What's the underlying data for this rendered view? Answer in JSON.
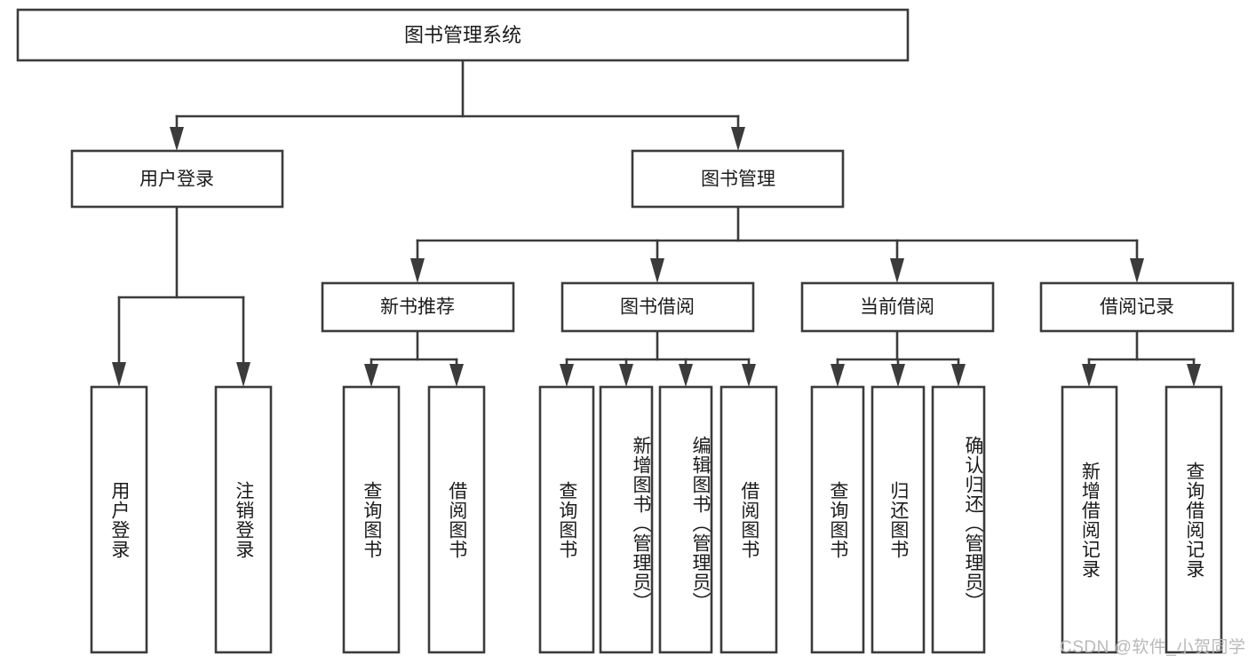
{
  "diagram": {
    "type": "tree",
    "title": "图书管理系统",
    "root": {
      "id": "root",
      "label": "图书管理系统"
    },
    "level1": [
      {
        "id": "user-login",
        "label": "用户登录"
      },
      {
        "id": "book-manage",
        "label": "图书管理"
      }
    ],
    "level2": [
      {
        "id": "new-book-recommend",
        "label": "新书推荐",
        "parent": "book-manage"
      },
      {
        "id": "book-borrow",
        "label": "图书借阅",
        "parent": "book-manage"
      },
      {
        "id": "current-borrow",
        "label": "当前借阅",
        "parent": "book-manage"
      },
      {
        "id": "borrow-record",
        "label": "借阅记录",
        "parent": "book-manage"
      }
    ],
    "leaves": {
      "user_login": [
        {
          "id": "leaf-user-login",
          "label": "用户登录"
        },
        {
          "id": "leaf-user-logout",
          "label": "注销登录"
        }
      ],
      "new_book_recommend": [
        {
          "id": "leaf-query-book-1",
          "label": "查询图书"
        },
        {
          "id": "leaf-borrow-book-1",
          "label": "借阅图书"
        }
      ],
      "book_borrow": [
        {
          "id": "leaf-query-book-2",
          "label": "查询图书"
        },
        {
          "id": "leaf-add-book",
          "label": "新增图书（管理员）"
        },
        {
          "id": "leaf-edit-book",
          "label": "编辑图书（管理员）"
        },
        {
          "id": "leaf-borrow-book-2",
          "label": "借阅图书"
        }
      ],
      "current_borrow": [
        {
          "id": "leaf-query-book-3",
          "label": "查询图书"
        },
        {
          "id": "leaf-return-book",
          "label": "归还图书"
        },
        {
          "id": "leaf-confirm-return",
          "label": "确认归还（管理员）"
        }
      ],
      "borrow_record": [
        {
          "id": "leaf-add-record",
          "label": "新增借阅记录"
        },
        {
          "id": "leaf-query-record",
          "label": "查询借阅记录"
        }
      ]
    },
    "colors": {
      "stroke": "#3b3b3b",
      "fill": "#ffffff",
      "text": "#1b1b1b",
      "watermark": "#b9b9b9"
    }
  },
  "watermark": {
    "text": "CSDN @软件_小贺同学"
  }
}
